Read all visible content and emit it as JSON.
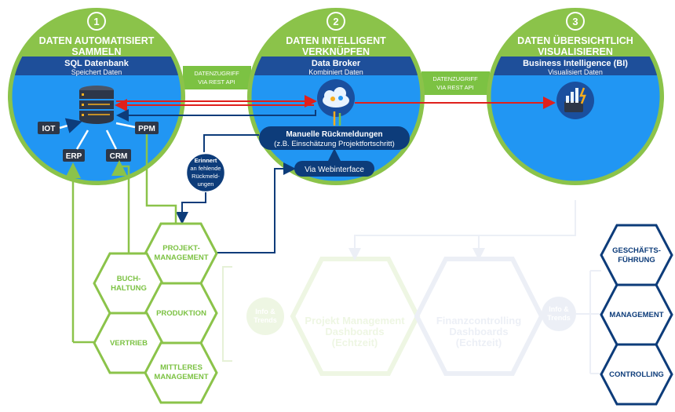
{
  "steps": [
    {
      "number": "1",
      "title_line1": "DATEN AUTOMATISIERT",
      "title_line2": "SAMMELN",
      "subtitle": "SQL Datenbank",
      "caption": "Speichert Daten"
    },
    {
      "number": "2",
      "title_line1": "DATEN INTELLIGENT",
      "title_line2": "VERKNÜPFEN",
      "subtitle": "Data Broker",
      "caption": "Kombiniert Daten"
    },
    {
      "number": "3",
      "title_line1": "DATEN ÜBERSICHTLICH",
      "title_line2": "VISUALISIEREN",
      "subtitle": "Business Intelligence (BI)",
      "caption": "Visualisiert Daten"
    }
  ],
  "connectors": [
    {
      "line1": "DATENZUGRIFF",
      "line2": "VIA REST API"
    },
    {
      "line1": "DATENZUGRIFF",
      "line2": "VIA REST API"
    }
  ],
  "sources": {
    "iot": "IOT",
    "erp": "ERP",
    "crm": "CRM",
    "ppm": "PPM"
  },
  "feedback": {
    "line1": "Manuelle Rückmeldungen",
    "line2": "(z.B. Einschätzung Projektfortschritt)",
    "web": "Via Webinterface"
  },
  "reminder": {
    "line1": "Erinnert",
    "line2": "an fehlende",
    "line3": "Rückmeld-",
    "line4": "ungen"
  },
  "departments": {
    "pm_line1": "PROJEKT-",
    "pm_line2": "MANAGEMENT",
    "buch_line1": "BUCH-",
    "buch_line2": "HALTUNG",
    "produktion": "PRODUKTION",
    "vertrieb": "VERTRIEB",
    "mm_line1": "MITTLERES",
    "mm_line2": "MANAGEMENT"
  },
  "faded": {
    "info1_line1": "Info &",
    "info1_line2": "Trends",
    "pmd_line1": "Projekt Management",
    "pmd_line2": "Dashboards",
    "pmd_line3": "(Echtzeit)",
    "fcd_line1": "Finanzcontrolling",
    "fcd_line2": "Dashboards",
    "fcd_line3": "(Echtzeit)",
    "info2_line1": "Info &",
    "info2_line2": "Trends"
  },
  "roles": {
    "gf_line1": "GESCHÄFTS-",
    "gf_line2": "FÜHRUNG",
    "management": "MANAGEMENT",
    "controlling": "CONTROLLING"
  },
  "colors": {
    "green": "#8bc34a",
    "blue": "#2196f3",
    "navy": "#0d3c7a",
    "red": "#e0201b",
    "band": "#1e4f9a",
    "connector": "#7cc243"
  }
}
